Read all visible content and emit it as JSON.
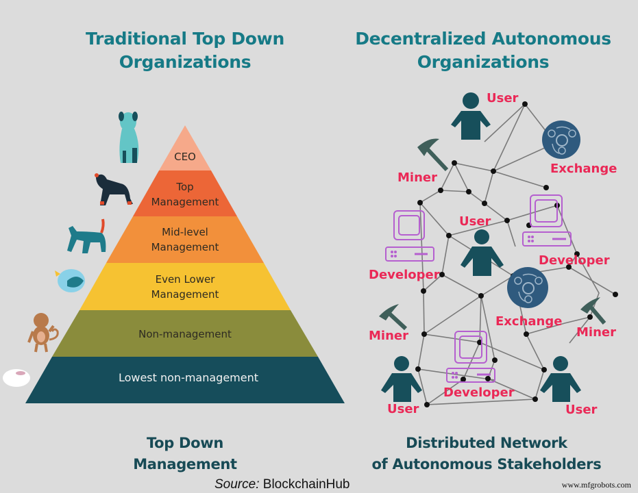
{
  "left_panel": {
    "title_line1": "Traditional Top Down",
    "title_line2": "Organizations",
    "subtitle_line1": "Top Down",
    "subtitle_line2": "Management",
    "pyramid": [
      {
        "label_lines": [
          "CEO"
        ],
        "color": "#f6a98a",
        "animal": "standing dog"
      },
      {
        "label_lines": [
          "Top",
          "Management"
        ],
        "color": "#ec6637",
        "animal": "rottweiler"
      },
      {
        "label_lines": [
          "Mid-level",
          "Management"
        ],
        "color": "#f2903b",
        "animal": "cat"
      },
      {
        "label_lines": [
          "Even Lower",
          "Management"
        ],
        "color": "#f6c232",
        "animal": "bird"
      },
      {
        "label_lines": [
          "Non-management"
        ],
        "color": "#8a8c3c",
        "animal": "monkey"
      },
      {
        "label_lines": [
          "Lowest non-management"
        ],
        "color": "#164d5b",
        "animal": "sheep"
      }
    ]
  },
  "right_panel": {
    "title_line1": "Decentralized Autonomous",
    "title_line2": "Organizations",
    "subtitle_line1": "Distributed Network",
    "subtitle_line2": "of Autonomous Stakeholders",
    "labels": {
      "user_top": "User",
      "user_mid": "User",
      "user_bottom_left": "User",
      "user_bottom_right": "User",
      "exchange_top": "Exchange",
      "exchange_mid": "Exchange",
      "miner_top": "Miner",
      "miner_left": "Miner",
      "miner_right": "Miner",
      "developer_left": "Developer",
      "developer_right": "Developer",
      "developer_bottom": "Developer"
    },
    "colors": {
      "label": "#ea2856",
      "user_icon": "#174f5b",
      "exchange_icon": "#2f5a7e",
      "miner_icon": "#3f5f5a",
      "developer_icon": "#b55fcf",
      "node": "#111111",
      "edge": "#7a7a7a"
    }
  },
  "footer": {
    "source_prefix": "Source:",
    "source_name": "BlockchainHub",
    "watermark": "www.mfgrobots.com"
  },
  "colors": {
    "background": "#dcdcdc",
    "title": "#167a86",
    "subtitle": "#174a55"
  }
}
